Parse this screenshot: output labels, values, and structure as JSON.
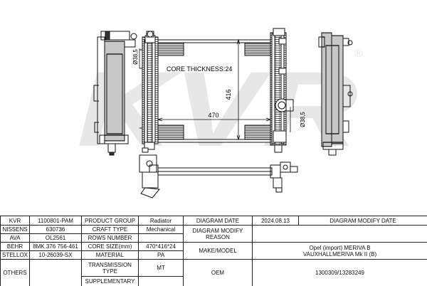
{
  "drawing": {
    "dim_core_height": "416",
    "dim_core_width": "470",
    "dim_pipe_left": "Ø38,5",
    "dim_pipe_right": "Ø38,5",
    "core_thickness_label": "CORE THICKNESS:24",
    "watermark": "KVR",
    "watermark_mark": "®"
  },
  "table": {
    "r1": {
      "kvr_label": "KVR",
      "kvr_value": "1100801-PAM",
      "product_group_label": "PRODUCT GROUP",
      "product_group_value": "Radiator",
      "diagram_date_label": "DIAGRAM DATE",
      "diagram_date_value": "2024.08.13",
      "diagram_modify_date_label": "DIAGRAM MODIFY DATE",
      "diagram_modify_date_value": ""
    },
    "r2": {
      "nissens_label": "NISSENS",
      "nissens_value": "630736",
      "craft_type_label": "CRAFT TYPE",
      "craft_type_value": "Mechanical",
      "modify_reason_label": "DIAGRAM MODIFY REASON",
      "modify_reason_value": ""
    },
    "r3": {
      "ava_label": "AVA",
      "ava_value": "OL2561",
      "rows_number_label": "ROWS NUMBER",
      "rows_number_value": ""
    },
    "r4": {
      "behr_label": "BEHR",
      "behr_value": "8MK 376 756-461",
      "core_size_label": "CORE SIZE(mm)",
      "core_size_value": "470*416*24",
      "make_model_label": "MAKE/MODEL",
      "make_model_line1": "Opel (import) MERIVA B",
      "make_model_line2": "VAUXHALLMERIVA Mk II (B)"
    },
    "r5": {
      "stellox_label": "STELLOX",
      "stellox_value": "10-26039-SX",
      "material_label": "MATERIAL",
      "material_value": "PA"
    },
    "r6": {
      "others_label": "OTHERS",
      "others_value": "",
      "transmission_label": "TRANSMISSION TYPE",
      "transmission_value": "MT",
      "oem_label": "OEM",
      "oem_value": "1300309/13283249"
    },
    "r7": {
      "supplementary_label": "SUPPLEMENTARY",
      "supplementary_value": ""
    }
  }
}
